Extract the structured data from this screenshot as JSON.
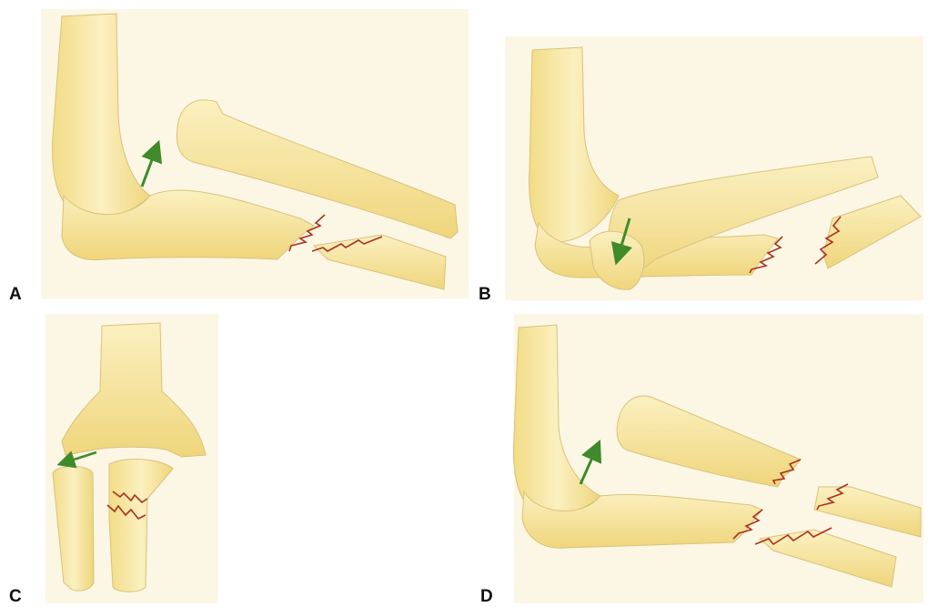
{
  "panels": [
    {
      "id": "A",
      "label": "A"
    },
    {
      "id": "B",
      "label": "B"
    },
    {
      "id": "C",
      "label": "C"
    },
    {
      "id": "D",
      "label": "D"
    }
  ],
  "colors": {
    "background_panel": "#fcf6e4",
    "bone_fill": "#f7e7a2",
    "bone_shadow": "#e6cf72",
    "bone_outline": "#d9c27a",
    "fracture_line": "#a8321e",
    "arrow": "#3f8a2a",
    "label": "#111111"
  }
}
